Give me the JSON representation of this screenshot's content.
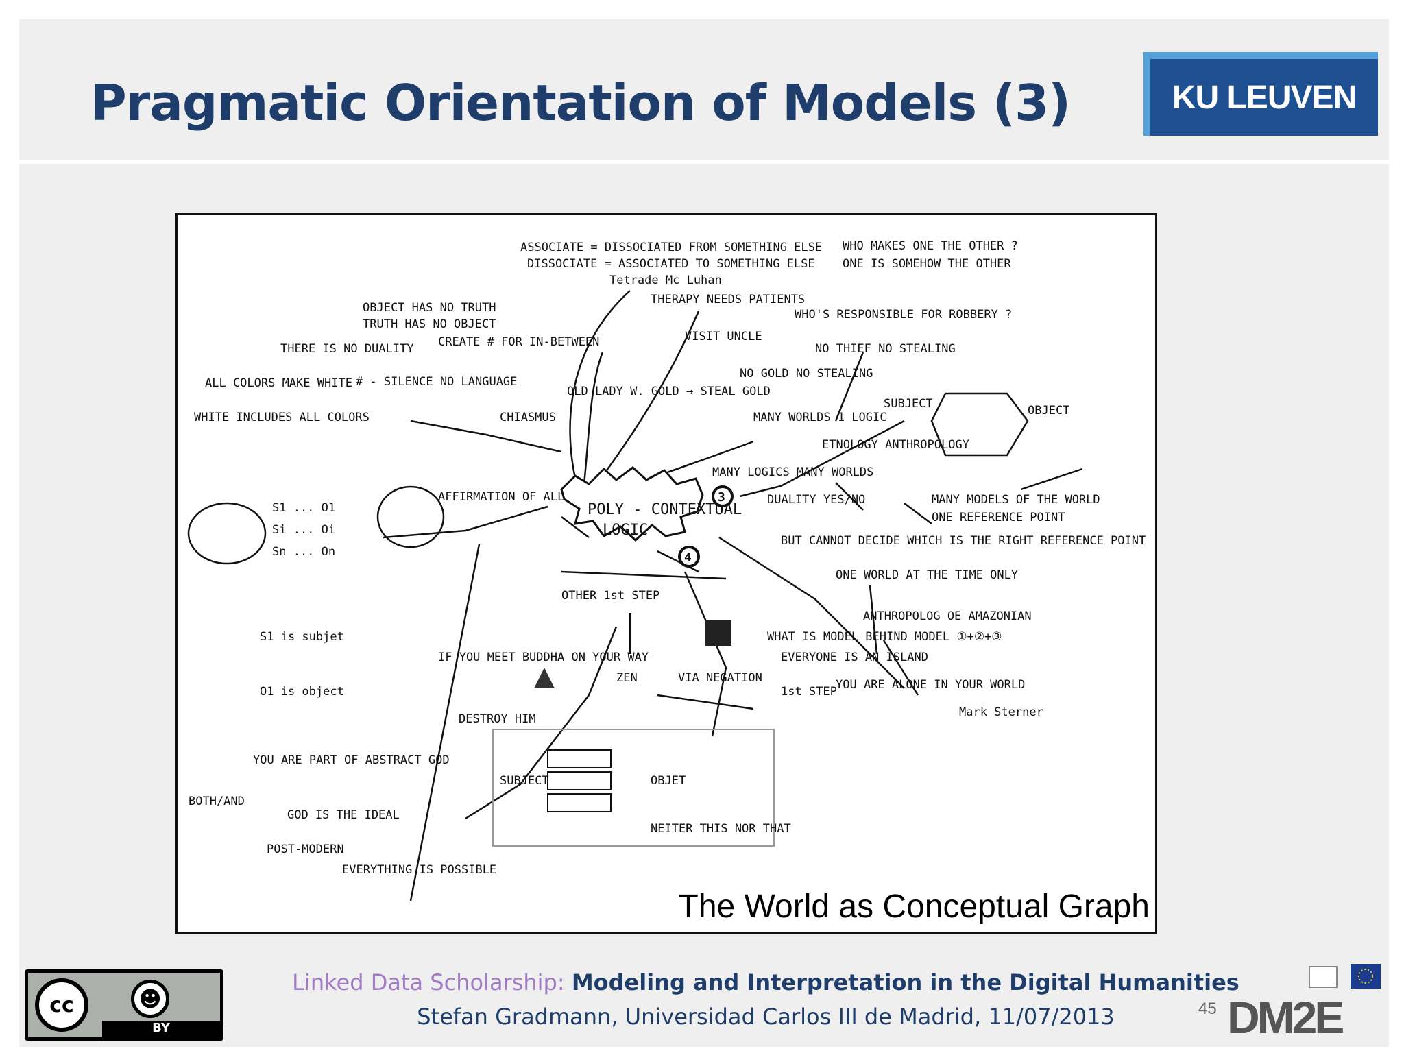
{
  "slide": {
    "title": "Pragmatic Orientation of Models (3)",
    "page_number": "45"
  },
  "logo": {
    "text": "KU LEUVEN",
    "bg_color": "#1d4f91",
    "accent_color": "#56a0d8"
  },
  "figure": {
    "caption": "The World as Conceptual Graph",
    "center_node": "POLY-CONTEXTUAL LOGIC",
    "labels": [
      "ASSOCIATE = DISSOCIATED FROM SOMETHING ELSE",
      "DISSOCIATE = ASSOCIATED TO SOMETHING ELSE",
      "WHO MAKES ONE THE OTHER ?",
      "ONE IS SOMEHOW THE OTHER",
      "Tetrade Mc Luhan",
      "THERAPY NEEDS PATIENTS",
      "WHO'S RESPONSIBLE FOR ROBBERY ?",
      "NO THIEF NO STEALING",
      "VISIT UNCLE",
      "OLD LADY W. GOLD → STEAL GOLD",
      "NO GOLD NO STEALING",
      "OBJECT HAS NO TRUTH",
      "TRUTH HAS NO OBJECT",
      "CREATE # FOR IN-BETWEEN",
      "THERE IS NO DUALITY",
      "ALL COLORS MAKE WHITE",
      "WHITE INCLUDES ALL COLORS",
      "# - SILENCE NO LANGUAGE",
      "CHIASMUS",
      "MANY WORLDS 1 LOGIC",
      "SUBJECT",
      "OBJECT",
      "ETNOLOGY ANTHROPOLOGY",
      "MANY MODELS OF THE WORLD",
      "ONE REFERENCE POINT",
      "BUT CANNOT DECIDE WHICH IS THE RIGHT REFERENCE POINT",
      "DUALITY YES/NO",
      "ONE WORLD AT THE TIME ONLY",
      "MANY LOGICS MANY WORLDS",
      "ANTHROPOLOG OE AMAZONIAN",
      "AFFIRMATION OF ALL",
      "OTHER 1st STEP",
      "WHAT IS MODEL BEHIND MODEL ①+②+③",
      "YOU ARE ALONE IN YOUR WORLD",
      "Mark Sterner",
      "EVERYONE IS AN ISLAND",
      "IF YOU MEET BUDDHA ON YOUR WAY",
      "ZEN",
      "VIA NEGATION",
      "1st STEP",
      "DESTROY HIM",
      "SUBJECT",
      "OBJET",
      "NEITER THIS NOR THAT",
      "YOU ARE PART OF ABSTRACT GOD",
      "GOD IS THE IDEAL",
      "BOTH/AND",
      "POST-MODERN",
      "EVERYTHING IS POSSIBLE",
      "S1 ... O1",
      "Si ... Oi",
      "Sn ... On",
      "S1 is subjet",
      "O1 is object"
    ]
  },
  "footer": {
    "prefix": "Linked Data Scholarship:",
    "course": "Modeling and Interpretation in the Digital Humanities",
    "line2": "Stefan Gradmann, Universidad Carlos III de Madrid, 11/07/2013"
  },
  "license": {
    "cc": "cc",
    "by": "BY"
  },
  "dm2e": {
    "text": "DM2E"
  },
  "colors": {
    "title": "#1e3d6b",
    "footer_prefix": "#a27bc6",
    "slide_bg": "#efefef"
  }
}
